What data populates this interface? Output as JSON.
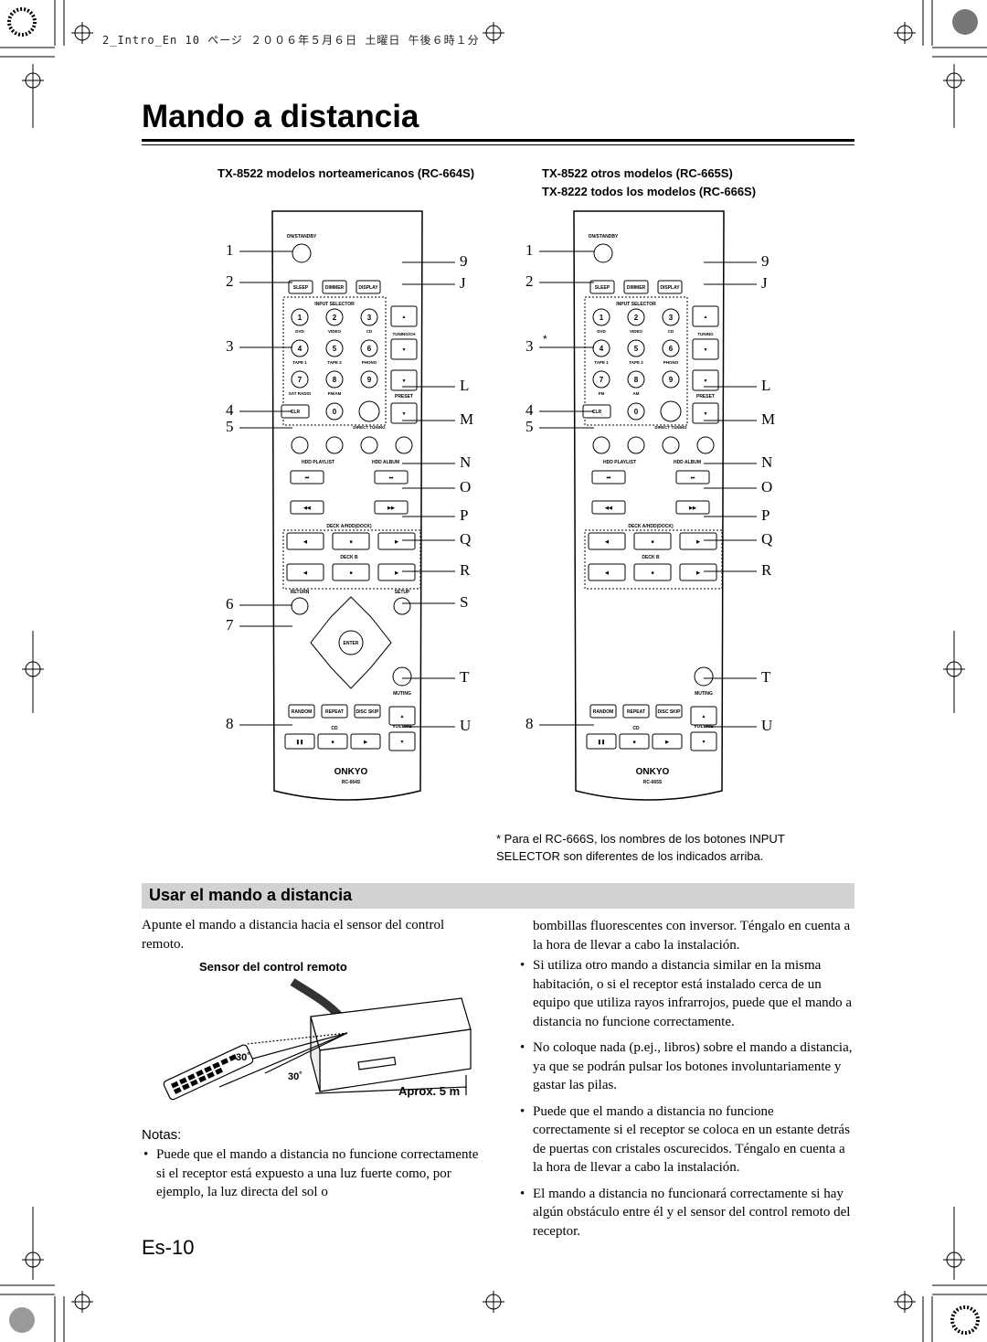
{
  "print_header": "2_Intro_En 10 ページ ２００６年５月６日 土曜日 午後６時１分",
  "title": "Mando a distancia",
  "captions": {
    "left": "TX-8522 modelos norteamericanos (RC-664S)",
    "right_line1": "TX-8522 otros modelos (RC-665S)",
    "right_line2": "TX-8222 todos los modelos (RC-666S)"
  },
  "callouts_left": [
    "1",
    "2",
    "3",
    "4",
    "5",
    "6",
    "7",
    "8"
  ],
  "callouts_right": [
    "9",
    "J",
    "L",
    "M",
    "N",
    "O",
    "P",
    "Q",
    "R",
    "S",
    "T",
    "U"
  ],
  "remote_left": {
    "model": "RC-664S",
    "brand": "ONKYO",
    "labels": {
      "on_standby": "ON/STANDBY",
      "sleep": "SLEEP",
      "dimmer": "DIMMER",
      "display": "DISPLAY",
      "input_selector": "INPUT SELECTOR",
      "dvd": "DVD",
      "video": "VIDEO",
      "cd": "CD",
      "tuning": "TUNING/CH",
      "tape1": "TAPE 1",
      "tape2": "TAPE 2",
      "phono": "PHONO",
      "sat_radio": "SAT RADIO",
      "fm_am": "FM/AM",
      "preset": "PRESET",
      "clr": "CLR",
      "direct_tuning": "DIRECT TUNING",
      "hdd_playlist": "HDD PLAYLIST",
      "hdd_album": "HDD ALBUM",
      "deck_a": "DECK A/HDD(DOCK)",
      "deck_b": "DECK B",
      "return": "RETURN",
      "setup": "SETUP",
      "enter": "ENTER",
      "muting": "MUTING",
      "random": "RANDOM",
      "repeat": "REPEAT",
      "disc_skip": "DISC SKIP",
      "cd2": "CD",
      "volume": "VOLUME"
    }
  },
  "remote_right": {
    "model": "RC-665S",
    "brand": "ONKYO",
    "labels": {
      "on_standby": "ON/STANDBY",
      "sleep": "SLEEP",
      "dimmer": "DIMMER",
      "display": "DISPLAY",
      "input_selector": "INPUT SELECTOR",
      "dvd": "DVD",
      "video": "VIDEO",
      "cd": "CD",
      "tuning": "TUNING",
      "tape1": "TAPE 1",
      "tape2": "TAPE 2",
      "phono": "PHONO",
      "sat_radio": "FM",
      "fm_am": "AM",
      "preset": "PRESET",
      "clr": "CLR",
      "direct_tuning": "DIRECT TUNING",
      "hdd_playlist": "HDD PLAYLIST",
      "hdd_album": "HDD ALBUM",
      "deck_a": "DECK A/HDD(DOCK)",
      "deck_b": "DECK B",
      "return": "",
      "setup": "",
      "enter": "",
      "muting": "MUTING",
      "random": "RANDOM",
      "repeat": "REPEAT",
      "disc_skip": "DISC SKIP",
      "cd2": "CD",
      "volume": "VOLUME"
    }
  },
  "asterisk": "*",
  "footnote": "* Para el RC-666S, los nombres de los botones INPUT SELECTOR son diferentes de los indicados arriba.",
  "section_title": "Usar el mando a distancia",
  "intro": "Apunte el mando a distancia hacia el sensor del control remoto.",
  "sensor_caption": "Sensor del control remoto",
  "angle1": "30˚",
  "angle2": "30˚",
  "distance": "Aprox. 5 m",
  "notes_title": "Notas:",
  "note1": "Puede que el mando a distancia no funcione correctamente si el receptor está expuesto a una luz fuerte como, por ejemplo, la luz directa del sol o",
  "note1_cont": "bombillas fluorescentes con inversor. Téngalo en cuenta a la hora de llevar a cabo la instalación.",
  "right_bullets": [
    "Si utiliza otro mando a distancia similar en la misma habitación, o si el receptor está instalado cerca de un equipo que utiliza rayos infrarrojos, puede que el mando a distancia no funcione correctamente.",
    "No coloque nada (p.ej., libros) sobre el mando a distancia, ya que se podrán pulsar los botones involuntariamente y gastar las pilas.",
    "Puede que el mando a distancia no funcione correctamente si el receptor se coloca en un estante detrás de puertas con cristales oscurecidos. Téngalo en cuenta a la hora de llevar a cabo la instalación.",
    "El mando a distancia no funcionará correctamente si hay algún obstáculo entre él y el sensor del control remoto del receptor."
  ],
  "page_number": "Es-10"
}
